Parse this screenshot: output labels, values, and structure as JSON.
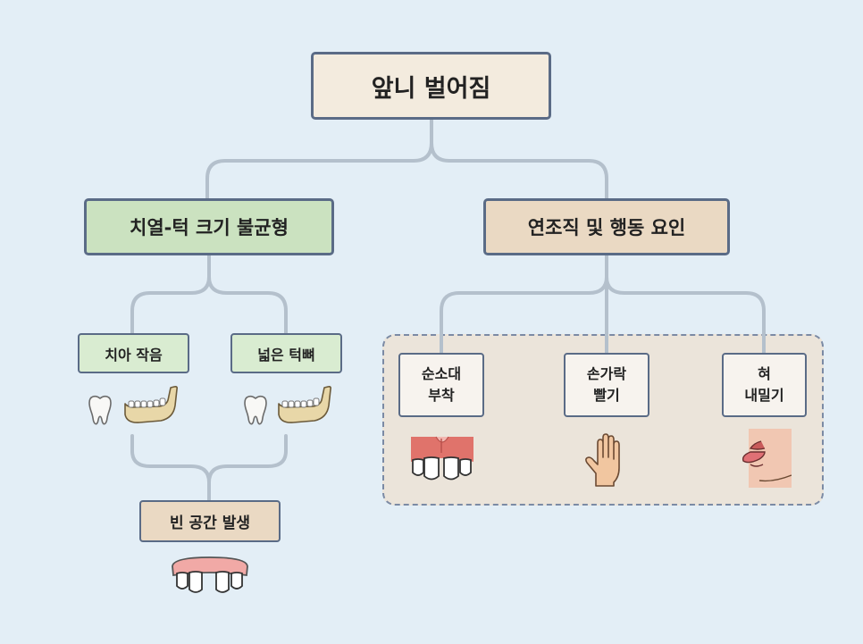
{
  "diagram": {
    "root": {
      "label": "앞니 벌어짐"
    },
    "left_branch": {
      "label": "치열-턱 크기 불균형",
      "children": [
        {
          "label": "치아 작음",
          "icons": [
            "tooth-icon",
            "jaw-icon"
          ]
        },
        {
          "label": "넓은 턱뼈",
          "icons": [
            "tooth-icon",
            "jaw-icon"
          ]
        }
      ],
      "result": {
        "label": "빈 공간 발생",
        "icon": "gapped-teeth-icon"
      }
    },
    "right_branch": {
      "label": "연조직 및 행동 요인",
      "children": [
        {
          "lines": [
            "순소대",
            "부착"
          ],
          "icon": "frenum-teeth-icon"
        },
        {
          "lines": [
            "손가락",
            "빨기"
          ],
          "icon": "hand-icon"
        },
        {
          "lines": [
            "혀",
            "내밀기"
          ],
          "icon": "tongue-icon"
        }
      ]
    },
    "colors": {
      "background": "#e3eef6",
      "connector": "#b4c0cc",
      "border": "#5a6b86",
      "root_fill": "#f3ebde",
      "green_fill": "#cbe2c0",
      "tan_fill": "#ead9c3"
    }
  }
}
